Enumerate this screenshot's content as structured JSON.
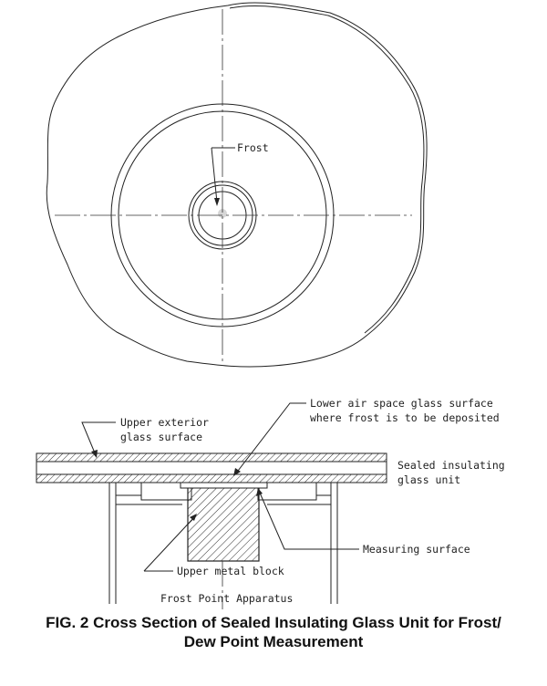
{
  "labels": {
    "frost": "Frost",
    "lower_air_space_1": "Lower air space glass surface",
    "lower_air_space_2": "where frost is to be deposited",
    "upper_exterior_1": "Upper exterior",
    "upper_exterior_2": "glass surface",
    "sealed_unit_1": "Sealed insulating",
    "sealed_unit_2": "glass unit",
    "measuring_surface": "Measuring surface",
    "upper_metal_block": "Upper metal block",
    "apparatus": "Frost Point Apparatus"
  },
  "caption": {
    "line1": "FIG. 2 Cross Section of Sealed Insulating Glass Unit for Frost/",
    "line2": "Dew Point Measurement"
  }
}
